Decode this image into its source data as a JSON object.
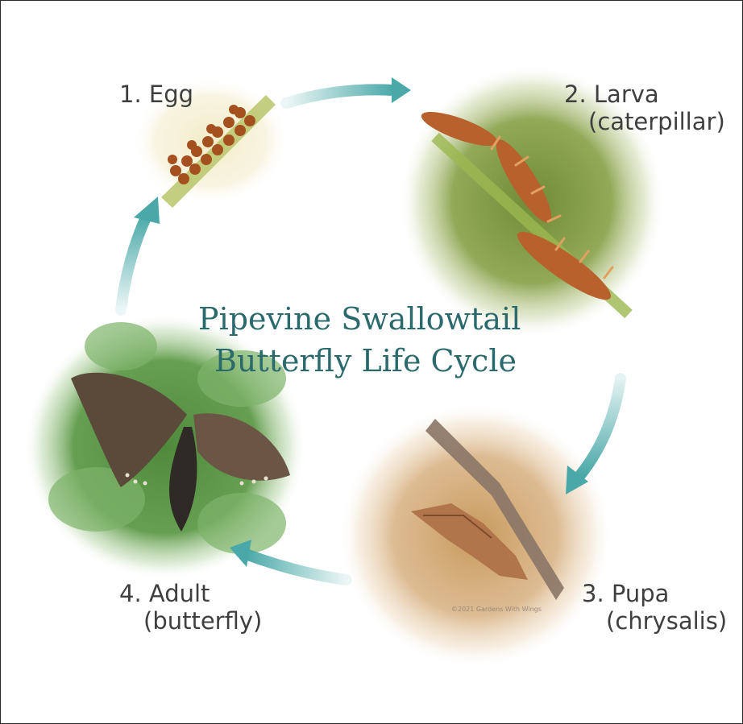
{
  "title": {
    "line1": "Pipevine Swallowtail",
    "line2": "Butterfly Life Cycle"
  },
  "stages": [
    {
      "number_label": "1. Egg",
      "sub_label": ""
    },
    {
      "number_label": "2. Larva",
      "sub_label": "(caterpillar)"
    },
    {
      "number_label": "3. Pupa",
      "sub_label": "(chrysalis)"
    },
    {
      "number_label": "4. Adult",
      "sub_label": "(butterfly)"
    }
  ],
  "watermark": "©2021 Gardens With Wings",
  "colors": {
    "title": "#2b6a6c",
    "arrow": "#4aa9a8",
    "label": "#3f3f3f"
  }
}
